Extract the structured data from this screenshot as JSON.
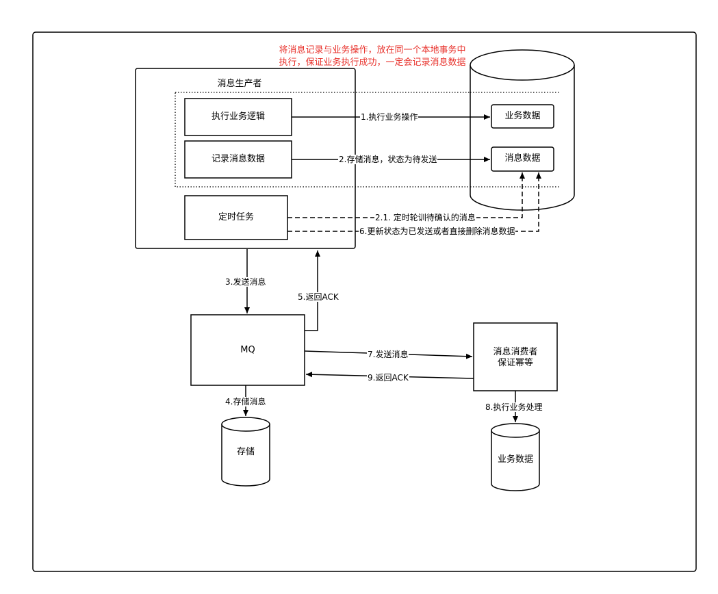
{
  "note": {
    "line1": "将消息记录与业务操作，放在同一个本地事务中",
    "line2": "执行，保证业务执行成功，一定会记录消息数据",
    "color": "#e8312b"
  },
  "producer": {
    "title": "消息生产者",
    "exec_logic": "执行业务逻辑",
    "record_msg": "记录消息数据",
    "timer_task": "定时任务"
  },
  "database": {
    "business_data": "业务数据",
    "message_data": "消息数据"
  },
  "edges": {
    "e1": "1.执行业务操作",
    "e2": "2.存储消息，状态为待发送",
    "e21": "2.1. 定时轮训待确认的消息",
    "e6": "6.更新状态为已发送或者直接删除消息数据",
    "e3": "3.发送消息",
    "e5": "5.返回ACK",
    "e4": "4.存储消息",
    "e7": "7.发送消息",
    "e9": "9.返回ACK",
    "e8": "8.执行业务处理"
  },
  "mq": {
    "label": "MQ"
  },
  "storage": {
    "label": "存储"
  },
  "consumer": {
    "line1": "消息消费者",
    "line2": "保证幂等"
  },
  "consumer_db": {
    "label": "业务数据"
  },
  "colors": {
    "stroke": "#000000",
    "note_text": "#e8312b"
  }
}
